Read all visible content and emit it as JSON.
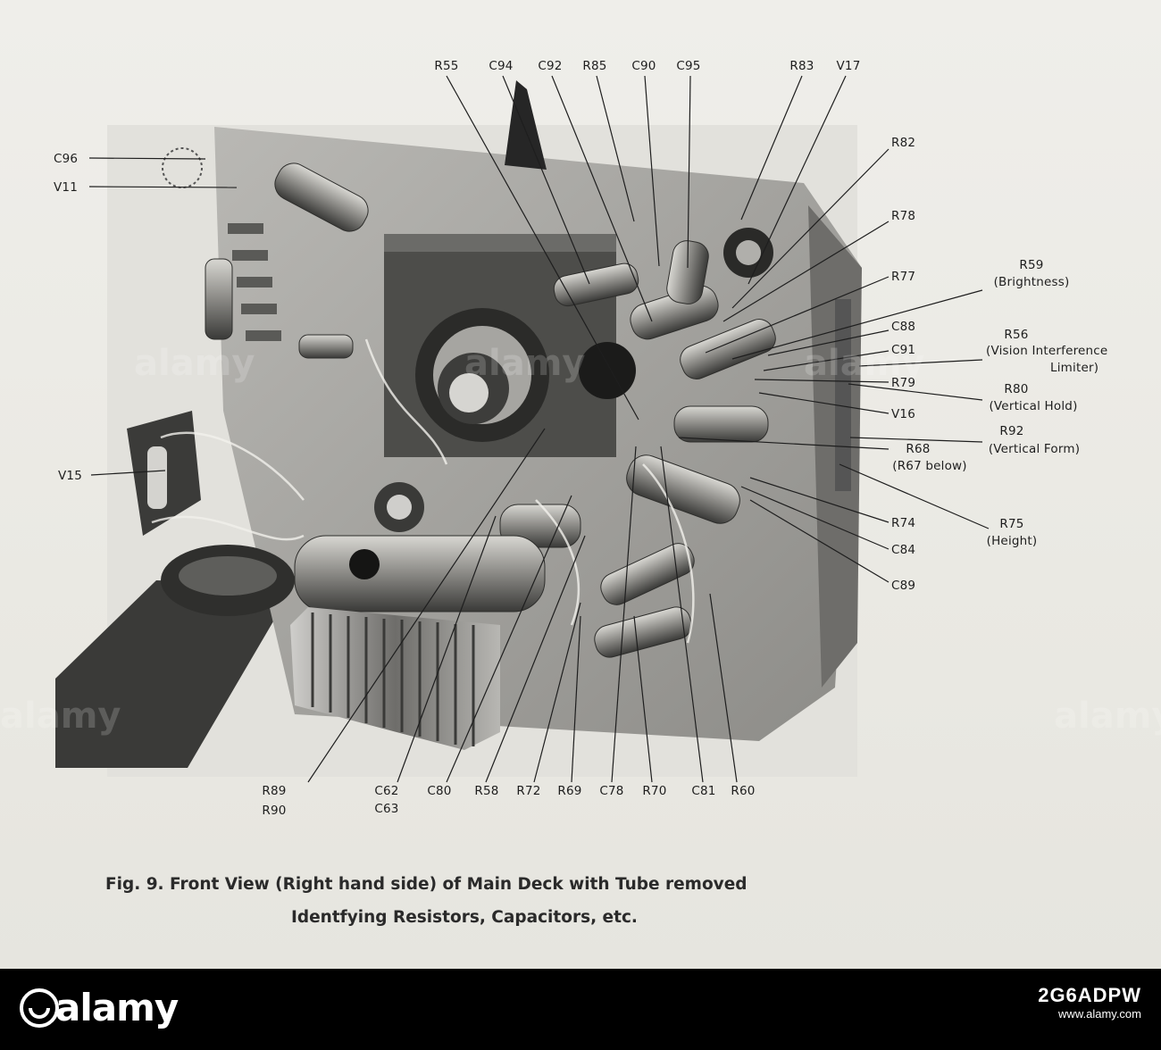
{
  "labels": {
    "top": [
      "R55",
      "C94",
      "C92",
      "R85",
      "C90",
      "C95",
      "R83",
      "V17"
    ],
    "left": [
      "C96",
      "V11",
      "V15"
    ],
    "right": [
      "R82",
      "R78",
      "R77",
      "R59",
      "(Brightness)",
      "C88",
      "C91",
      "R56",
      "(Vision Interference",
      "Limiter)",
      "R79",
      "R80",
      "(Vertical Hold)",
      "V16",
      "R92",
      "(Vertical Form)",
      "R68",
      "(R67 below)",
      "R74",
      "C84",
      "R75",
      "(Height)",
      "C89"
    ],
    "bottom": [
      "R89",
      "R90",
      "C62",
      "C63",
      "C80",
      "R58",
      "R72",
      "R69",
      "C78",
      "R70",
      "C81",
      "R60"
    ]
  },
  "caption": {
    "line1": "Fig. 9.   Front View (Right hand side) of Main Deck with Tube removed",
    "line2": "Identfying Resistors, Capacitors, etc."
  },
  "watermark": {
    "brand": "alamy",
    "image_id": "2G6ADPW",
    "site": "www.alamy.com"
  }
}
